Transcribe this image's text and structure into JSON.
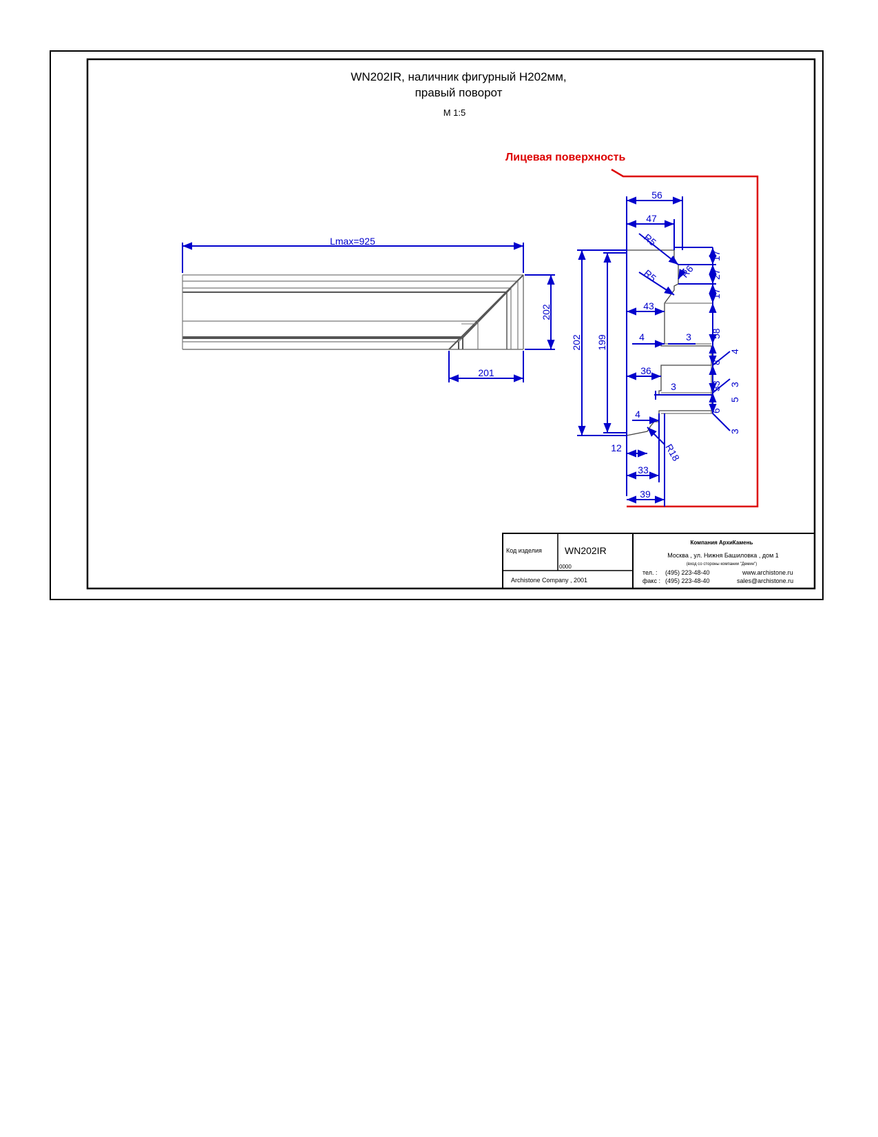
{
  "title": {
    "line1": "WN202IR, наличник фигурный H202мм,",
    "line2": "правый поворот",
    "scale": "М 1:5"
  },
  "face_label": "Лицевая поверхность",
  "elevation": {
    "length_label": "Lmax=925",
    "height_label": "202",
    "corner_label": "201"
  },
  "section": {
    "dims": {
      "w56": "56",
      "w47": "47",
      "r5a": "R5",
      "r5b": "R5",
      "r6": "R6",
      "v17a": "17",
      "v27": "27",
      "v17b": "17",
      "w43": "43",
      "w4a": "4",
      "w3a": "3",
      "v58": "58",
      "v4r": "4",
      "v8": "8",
      "w36": "36",
      "w3b": "3",
      "v33": "33",
      "v3r1": "3",
      "v5": "5",
      "v6": "6",
      "v3r2": "3",
      "w4b": "4",
      "r18": "R18",
      "w12": "12",
      "w33": "33",
      "w39": "39",
      "h202": "202",
      "h199": "199"
    }
  },
  "title_block": {
    "code_label": "Код изделия",
    "code_value": "WN202IR",
    "code_sub": "0000",
    "copyright": "Archistone  Company ,  2001",
    "company": "Компания  АрхиКамень",
    "address": "Москва , ул. Нижня Башиловка , дом 1",
    "address_note": "(вход со стороны компании \"Демин\")",
    "tel_label": "тел.    :",
    "tel_value": "(495) 223-48-40",
    "fax_label": "факс :",
    "fax_value": "(495) 223-48-40",
    "website": "www.archistone.ru",
    "email": "sales@archistone.ru"
  },
  "colors": {
    "dim_blue": "#0000cc",
    "face_red": "#dd0000",
    "outline": "#000000",
    "profile_gray": "#555555"
  }
}
